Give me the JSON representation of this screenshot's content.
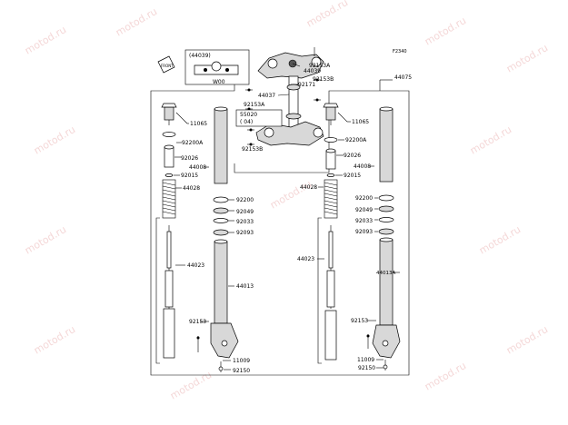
{
  "diagram": {
    "code": "F2340",
    "watermark": "motod.ru",
    "inset_part": "(44039)",
    "inset_tag": "W00",
    "note_part": "55020",
    "note_qty": "( 04)",
    "labels": {
      "l92153A": "92153A",
      "l44039": "44039",
      "l92153B_top": "92153B",
      "l92171": "92171",
      "l44037": "44037",
      "l92153A_b": "92153A",
      "l92153B_b": "92153B",
      "l44075": "44075",
      "l11065_l": "11065",
      "l92200A_l": "92200A",
      "l92026_l": "92026",
      "l44008_l": "44008",
      "l92015_l": "92015",
      "l44028_l": "44028",
      "l92200_l": "92200",
      "l92049_l": "92049",
      "l92033_l": "92033",
      "l92093_l": "92093",
      "l44023_l": "44023",
      "l44013_l": "44013",
      "l92153_l": "92153",
      "l11009_l": "11009",
      "l92150_l": "92150",
      "l11065_r": "11065",
      "l92200A_r": "92200A",
      "l92026_r": "92026",
      "l44008_r": "44008",
      "l92015_r": "92015",
      "l44028_r": "44028",
      "l92200_r": "92200",
      "l92049_r": "92049",
      "l92033_r": "92033",
      "l92093_r": "92093",
      "l44023_r": "44023",
      "l44013A_r": "44013A",
      "l92153_r": "92153",
      "l11009_r": "11009",
      "l92150_r": "92150"
    }
  }
}
